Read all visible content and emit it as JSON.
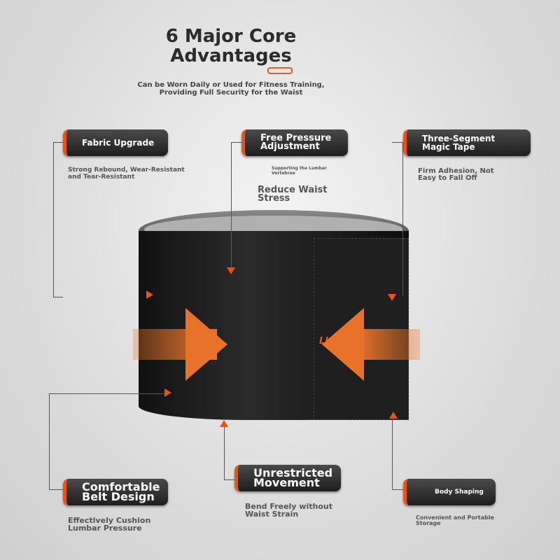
{
  "header": {
    "title_line1": "6 Major Core",
    "title_line2": "Advantages",
    "subtitle_line1": "Can be Worn Daily or Used for Fitness Training,",
    "subtitle_line2": "Providing Full Security for the Waist"
  },
  "features": [
    {
      "title": "Fabric Upgrade",
      "desc_line1": "Strong Rebound, Wear-Resistant",
      "desc_line2": "and Tear-Resistant"
    },
    {
      "title_line1": "Free Pressure",
      "title_line2": "Adjustment",
      "note_line1": "Supporting the Lumbar",
      "note_line2": "Vertebrae",
      "desc_line1": "Reduce Waist",
      "desc_line2": "Stress"
    },
    {
      "title_line1": "Three-Segment",
      "title_line2": "Magic Tape",
      "desc_line1": "Firm Adhesion, Not",
      "desc_line2": "Easy to Fall Off"
    },
    {
      "title_line1": "Comfortable",
      "title_line2": "Belt Design",
      "desc_line1": "Effectively Cushion",
      "desc_line2": "Lumbar Pressure"
    },
    {
      "title_line1": "Unrestricted",
      "title_line2": "Movement",
      "desc_line1": "Bend Freely without",
      "desc_line2": "Waist Strain"
    },
    {
      "title": "Body Shaping",
      "desc_line1": "Convenient and Portable",
      "desc_line2": "Storage"
    }
  ],
  "product": {
    "brand": "LI-NING"
  },
  "colors": {
    "accent": "#e8531a",
    "pill": "#2a2a2a"
  }
}
